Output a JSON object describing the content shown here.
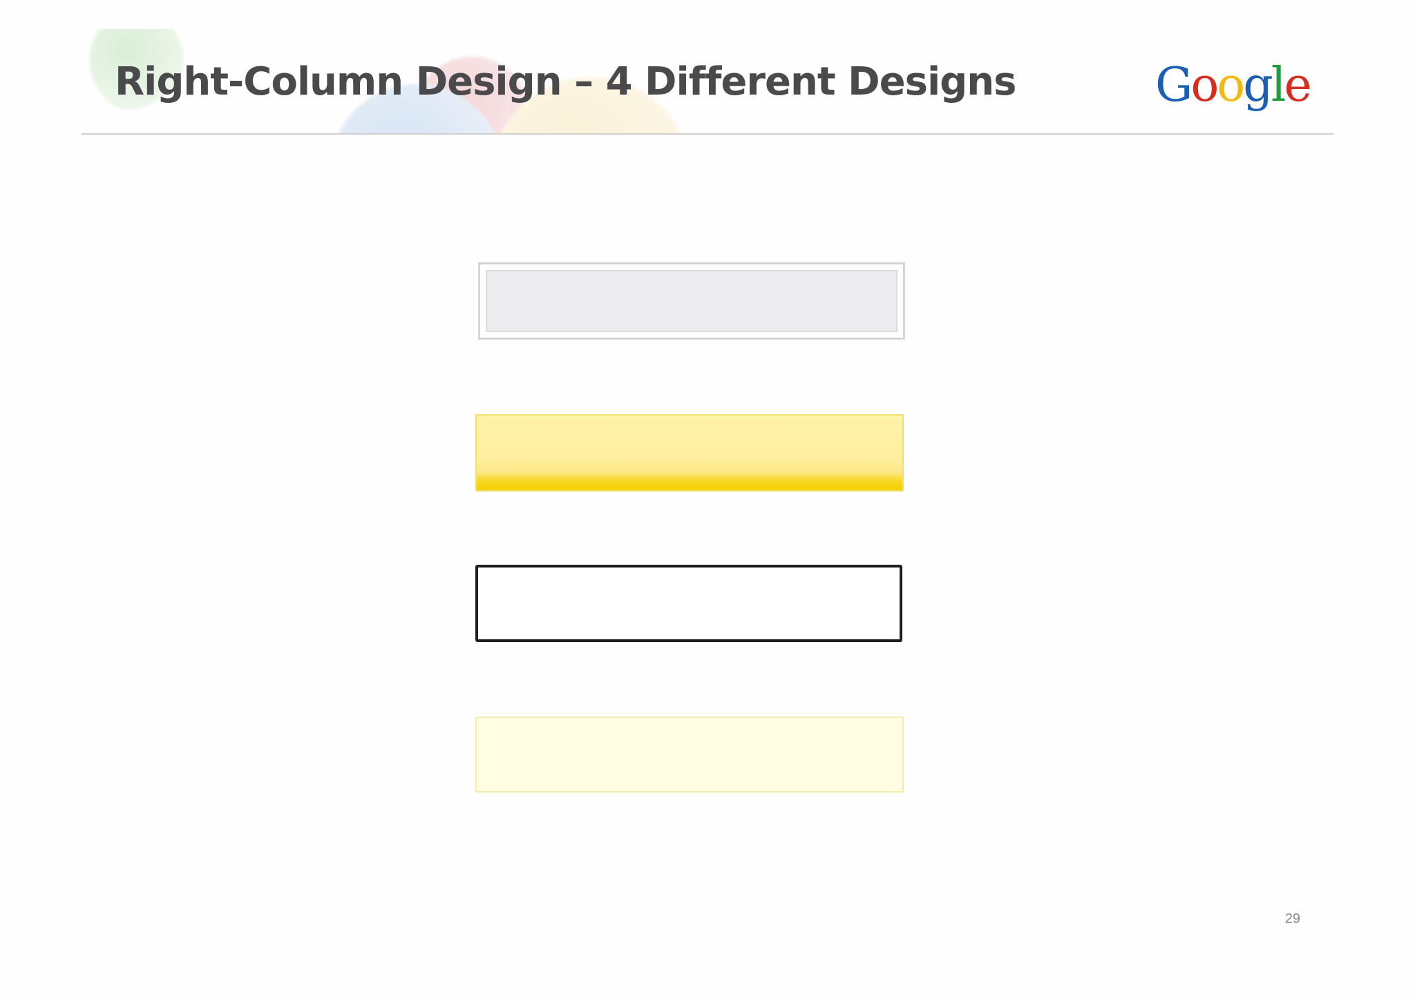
{
  "slide": {
    "title": "Right-Column Design – 4 Different Designs",
    "page_number": "29",
    "logo": {
      "letters": [
        {
          "char": "G",
          "color": "#1a5fb4"
        },
        {
          "char": "o",
          "color": "#d62d20"
        },
        {
          "char": "o",
          "color": "#f2b90f"
        },
        {
          "char": "g",
          "color": "#1a5fb4"
        },
        {
          "char": "l",
          "color": "#1f9d3a"
        },
        {
          "char": "e",
          "color": "#d62d20"
        }
      ]
    },
    "designs": [
      {
        "name": "gray-bordered-box",
        "fill": "#ecebee",
        "border": "#d6d4da"
      },
      {
        "name": "yellow-gradient-box",
        "fill": "#fff0a0",
        "border": "#f3df6e"
      },
      {
        "name": "black-outlined-box",
        "fill": "#ffffff",
        "border": "#1e1e1e"
      },
      {
        "name": "pale-yellow-box",
        "fill": "#fffde2",
        "border": "#f5ecad"
      }
    ]
  }
}
